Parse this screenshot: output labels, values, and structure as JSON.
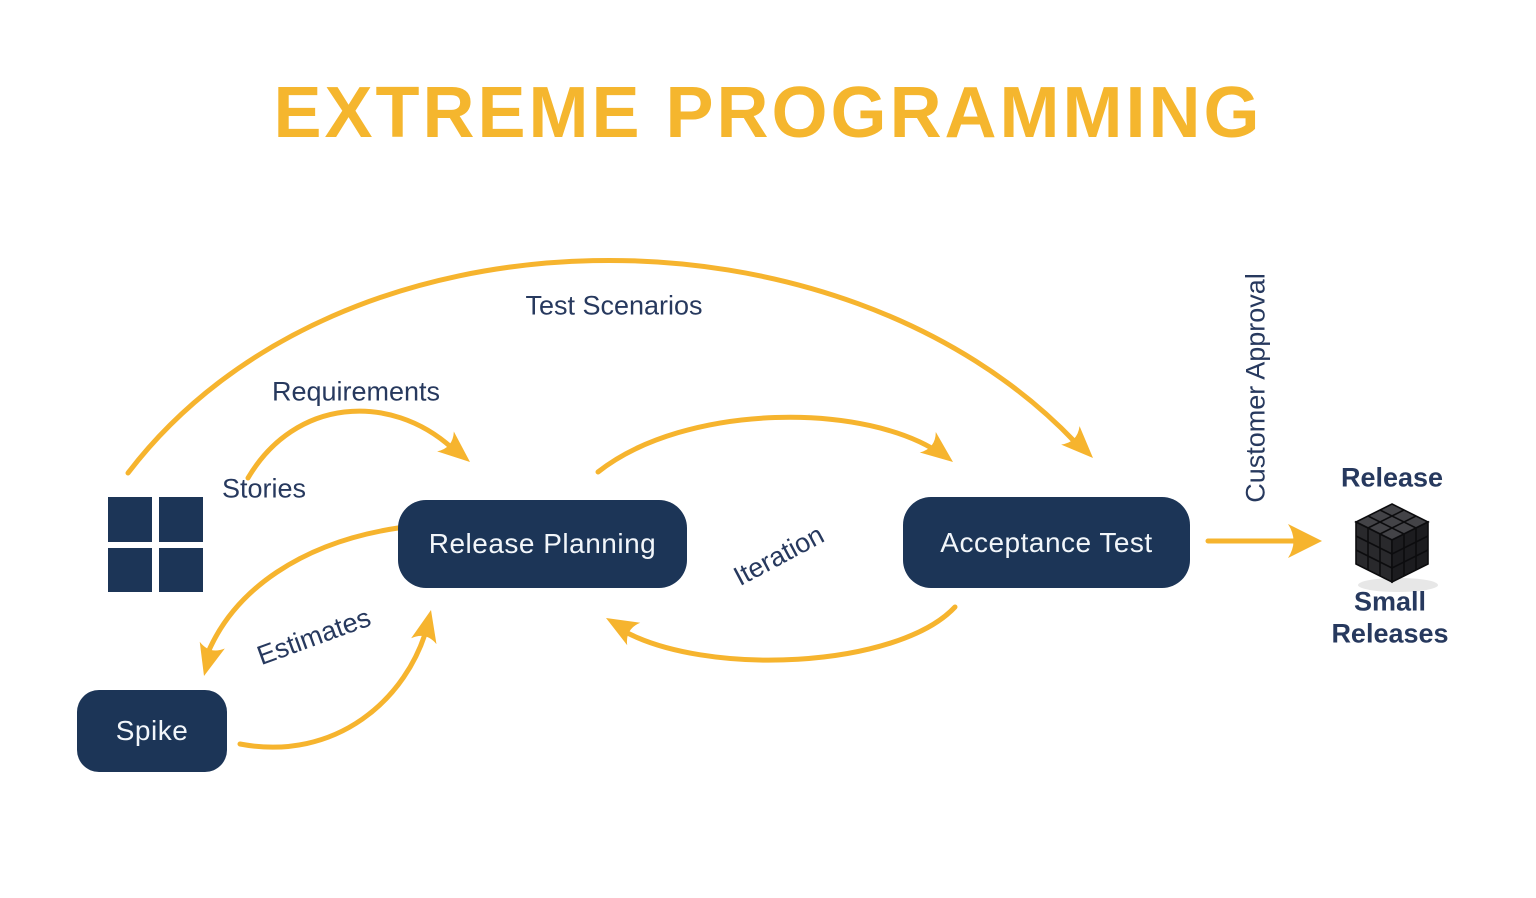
{
  "title": "EXTREME PROGRAMMING",
  "colors": {
    "accent_gold": "#F6B42E",
    "title_gold": "#F5B62E",
    "node_navy": "#1C3557",
    "label_navy": "#27395E",
    "node_text": "#F2F6FA"
  },
  "nodes": {
    "release_planning": "Release Planning",
    "acceptance_test": "Acceptance Test",
    "spike": "Spike"
  },
  "edge_labels": {
    "test_scenarios": "Test Scenarios",
    "requirements": "Requirements",
    "stories": "Stories",
    "estimates": "Estimates",
    "iteration": "Iteration",
    "customer_approval": "Customer Approval"
  },
  "outputs": {
    "release": "Release",
    "small_releases": "Small Releases"
  },
  "icons": {
    "user_stories": "window-grid-icon",
    "release_cube": "cube-icon"
  }
}
